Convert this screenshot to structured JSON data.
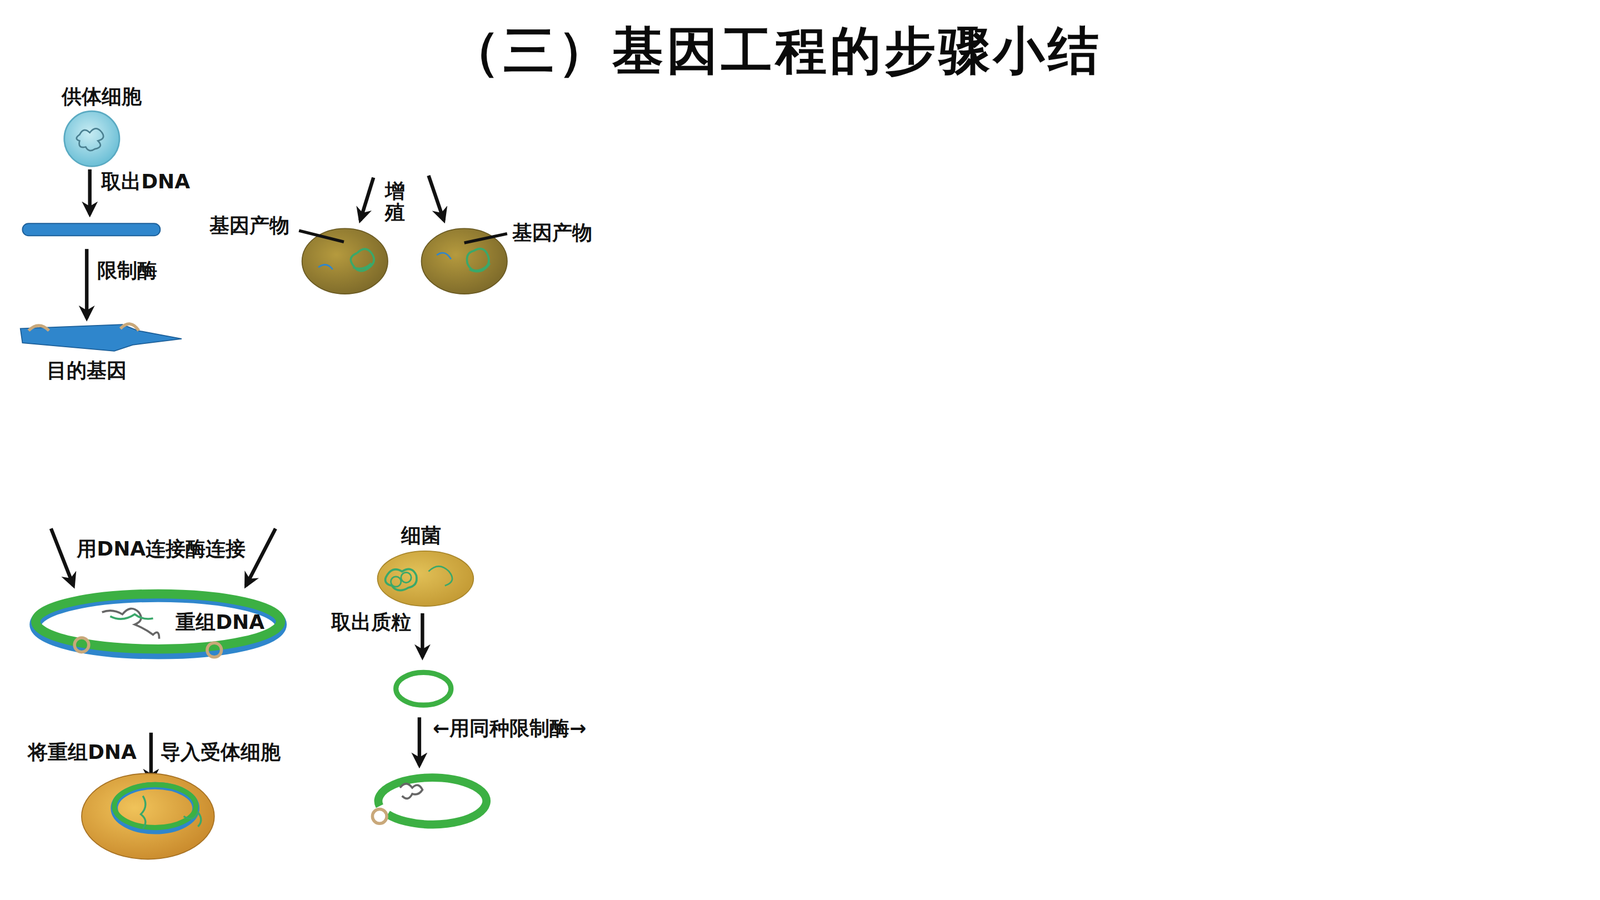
{
  "diagram": {
    "title": "（三）基因工程的步骤小结",
    "nodes": [
      {
        "text": [
          "供体细胞"
        ]
      },
      {
        "text": [
          "目的基因"
        ]
      },
      {
        "text": [
          "基因产物"
        ]
      },
      {
        "text": [
          "基因产物"
        ]
      },
      {
        "text": [
          "重组DNA"
        ]
      },
      {
        "text": [
          "细菌"
        ]
      }
    ],
    "labels": [
      "取出DNA",
      "限制酶",
      "增殖",
      "用DNA连接酶连接",
      "将重组DNA",
      "导入受体细胞",
      "取出质粒",
      "←用同种限制酶→"
    ]
  }
}
